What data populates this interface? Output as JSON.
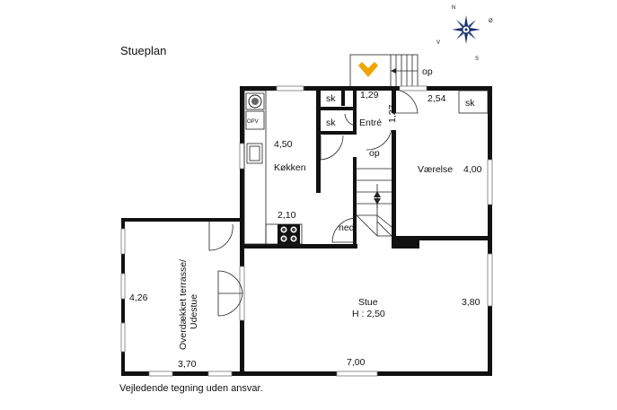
{
  "plan": {
    "title": "Stueplan",
    "disclaimer": "Vejledende tegning uden ansvar."
  },
  "compass": {
    "north": "N",
    "east": "Ø",
    "south": "S",
    "west": "V"
  },
  "rooms": {
    "kitchen": {
      "name": "Køkken",
      "dim_side": "4,50",
      "dim_bottom": "2,10",
      "appliance_label": "OPV"
    },
    "entrance": {
      "name": "Entré",
      "dim_top": "1,29",
      "dim_side": "1,27"
    },
    "bedroom": {
      "name": "Værelse",
      "dim_side": "4,00",
      "dim_top": "2,54"
    },
    "living": {
      "name": "Stue",
      "height": "H : 2,50",
      "dim_bottom": "7,00",
      "dim_side": "3,80"
    },
    "terrace": {
      "name_line1": "Overdækket terrasse/",
      "name_line2": "Udestue",
      "dim_side": "4,26",
      "dim_bottom": "3,70"
    }
  },
  "closets": {
    "upper": "sk",
    "lower": "sk",
    "bedroom": "sk"
  },
  "stairs": {
    "outside_up": "op",
    "inside_up": "op",
    "down": "ned"
  }
}
